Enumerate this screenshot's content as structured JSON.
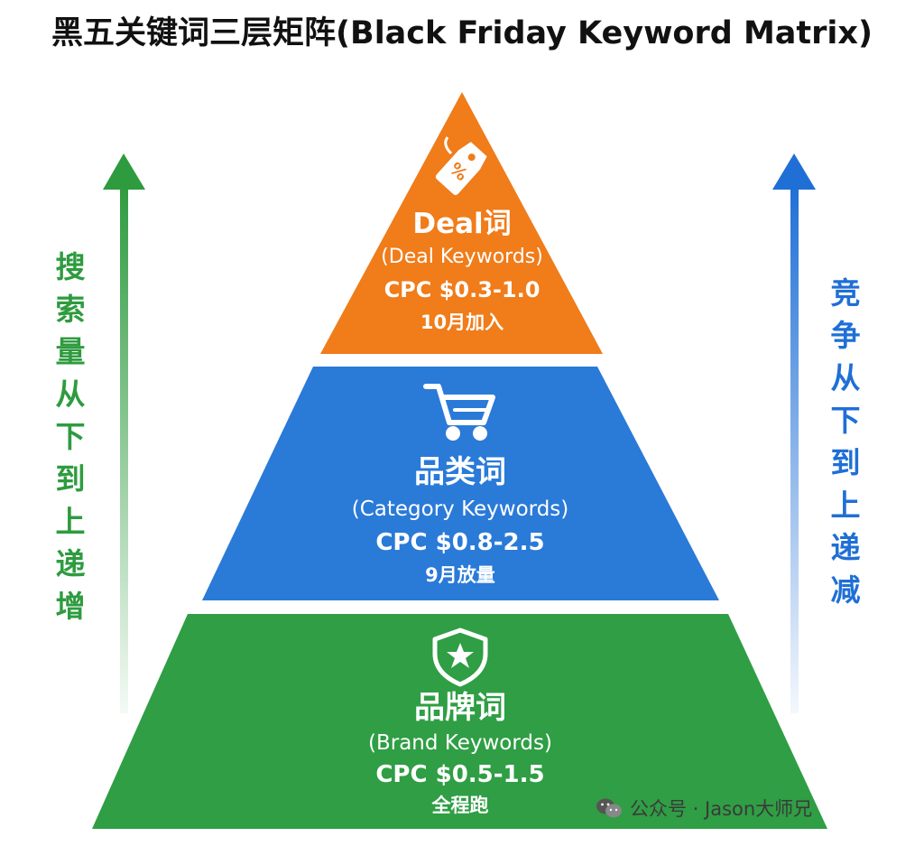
{
  "title": "黑五关键词三层矩阵(Black Friday Keyword Matrix)",
  "left_arrow": {
    "text": "搜索量从下到上递增",
    "color": "#2e9b3f"
  },
  "right_arrow": {
    "text": "竞争从下到上递减",
    "color": "#1f6fd6"
  },
  "tiers": [
    {
      "icon": "price-tag-percent-icon",
      "color": "#f07c1a",
      "name": "Deal词",
      "en": "(Deal Keywords)",
      "cpc": "CPC $0.3-1.0",
      "timing": "10月加入"
    },
    {
      "icon": "shopping-cart-icon",
      "color": "#2a7ad8",
      "name": "品类词",
      "en": "(Category Keywords)",
      "cpc": "CPC $0.8-2.5",
      "timing": "9月放量"
    },
    {
      "icon": "shield-star-icon",
      "color": "#2f9e44",
      "name": "品牌词",
      "en": "(Brand Keywords)",
      "cpc": "CPC $0.5-1.5",
      "timing": "全程跑"
    }
  ],
  "watermark": "公众号 · Jason大师兄"
}
